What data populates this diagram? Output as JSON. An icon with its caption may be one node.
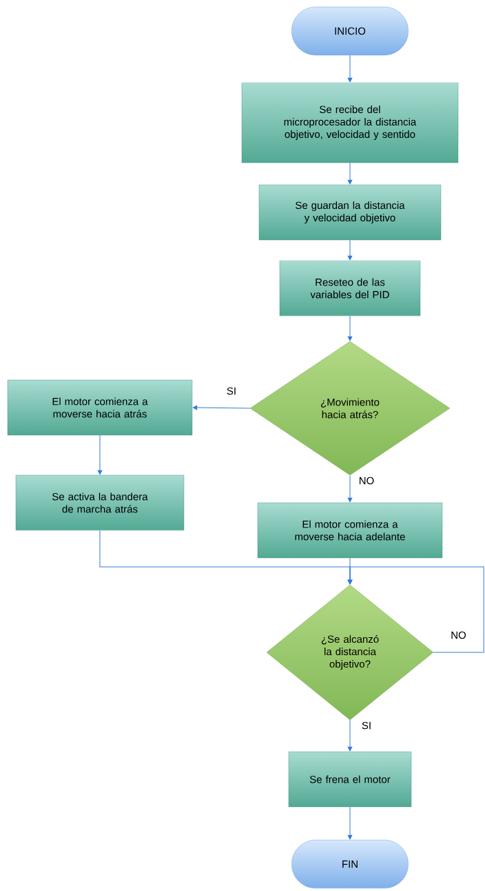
{
  "diagram": {
    "nodes": [
      {
        "text": [
          "INICIO"
        ]
      },
      {
        "text": [
          "Se recibe del microprocesador la distancia objetivo, velocidad y sentido"
        ]
      },
      {
        "text": [
          "Se guardan la distancia y velocidad objetivo"
        ]
      },
      {
        "text": [
          "Reseteo de las variables del PID"
        ]
      },
      {
        "text": [
          "¿Movimiento hacia atrás?"
        ]
      },
      {
        "text": [
          "El motor comienza a moverse hacia atrás"
        ]
      },
      {
        "text": [
          "Se activa la bandera de marcha atrás"
        ]
      },
      {
        "text": [
          "El motor comienza a moverse hacia adelante"
        ]
      },
      {
        "text": [
          "¿Se alcanzó la distancia objetivo?"
        ]
      },
      {
        "text": [
          "Se frena el motor"
        ]
      },
      {
        "text": [
          "FIN"
        ]
      }
    ],
    "edges": [
      {
        "from": 0,
        "to": 1,
        "arrow": "to"
      },
      {
        "from": 1,
        "to": 2,
        "arrow": "to"
      },
      {
        "from": 2,
        "to": 3,
        "arrow": "to"
      },
      {
        "from": 3,
        "to": 4,
        "arrow": "to"
      },
      {
        "from": 4,
        "to": 5,
        "arrow": "to",
        "label": "SI"
      },
      {
        "from": 5,
        "to": 6,
        "arrow": "to"
      },
      {
        "from": 4,
        "to": 7,
        "arrow": "to",
        "label": "NO"
      },
      {
        "from": 6,
        "to": 8,
        "arrow": "to"
      },
      {
        "from": 7,
        "to": 8,
        "arrow": "to"
      },
      {
        "from": 8,
        "to": 8,
        "arrow": "to",
        "label": "NO"
      },
      {
        "from": 8,
        "to": 9,
        "arrow": "to",
        "label": "SI"
      },
      {
        "from": 9,
        "to": 10,
        "arrow": "to"
      }
    ]
  }
}
